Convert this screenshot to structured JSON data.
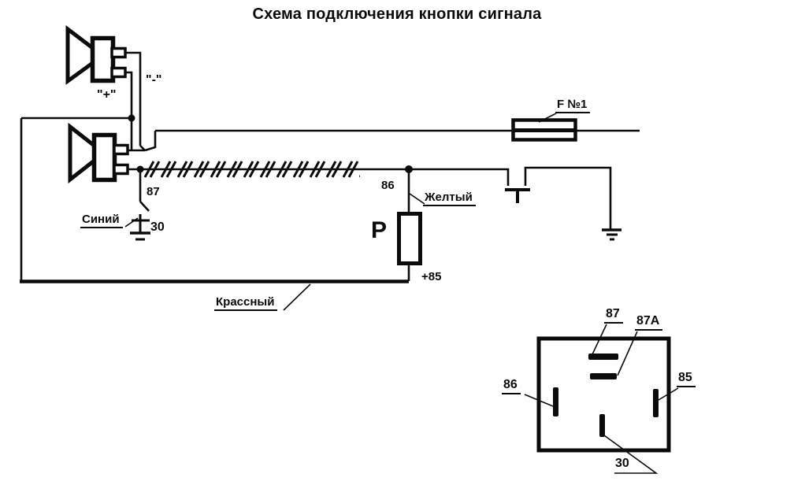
{
  "title": "Схема подключения кнопки сигнала",
  "colors": {
    "ink": "#0b0b0b",
    "background": "#ffffff"
  },
  "horns": {
    "polarity_plus": "\"+\"",
    "polarity_minus": "\"-\""
  },
  "wires": {
    "blue": "Синий",
    "yellow": "Желтый",
    "red": "Крассный"
  },
  "terminals": {
    "relay_87": "87",
    "ground_30": "30",
    "relay_86": "86",
    "coil_plus_85": "+85"
  },
  "fuse": {
    "label": "F №1"
  },
  "relay": {
    "coil_label": "P"
  },
  "relay_pinout": {
    "pin_87": "87",
    "pin_87a": "87A",
    "pin_86": "86",
    "pin_85": "85",
    "pin_30": "30"
  },
  "icons": {
    "horn": "horn-speaker-icon",
    "fuse": "fuse-icon",
    "ground": "ground-icon",
    "button": "horn-button-icon",
    "relay_coil": "relay-coil-icon",
    "junction": "junction-dot",
    "shielding": "shielded-wire-hatching"
  }
}
